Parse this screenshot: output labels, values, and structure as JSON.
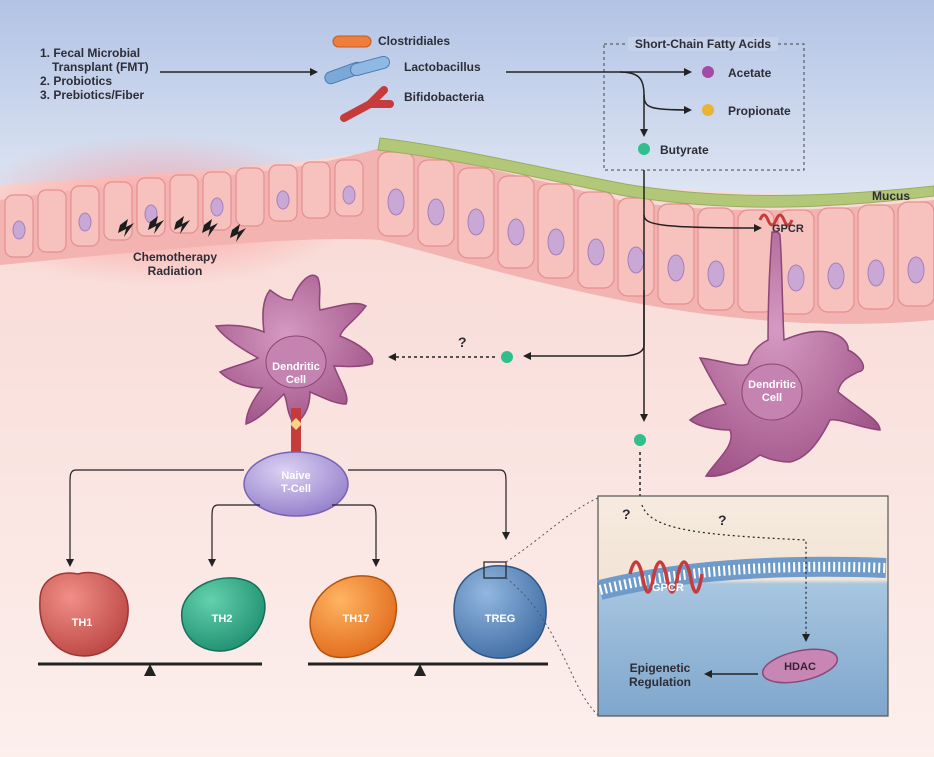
{
  "interventions": [
    "1. Fecal Microbial",
    "Transplant (FMT)",
    "2. Probiotics",
    "3. Prebiotics/Fiber"
  ],
  "bacteria": {
    "clostridiales": "Clostridiales",
    "lactobacillus": "Lactobacillus",
    "bifidobacteria": "Bifidobacteria"
  },
  "scfa": {
    "title": "Short-Chain Fatty Acids",
    "acetate": "Acetate",
    "propionate": "Propionate",
    "butyrate": "Butyrate"
  },
  "mucus": "Mucus",
  "gpcr_label": "GPCR",
  "damage": [
    "Chemotherapy",
    "Radiation"
  ],
  "question": "?",
  "dendritic": [
    "Dendritic",
    "Cell"
  ],
  "naive": [
    "Naive",
    "T-Cell"
  ],
  "cells": {
    "th1": "TH1",
    "th2": "TH2",
    "th17": "TH17",
    "treg": "TREG"
  },
  "inset": {
    "gpcr": "GPCR",
    "hdac": "HDAC",
    "epigenetic": [
      "Epigenetic",
      "Regulation"
    ]
  },
  "colors": {
    "sky": "#b9c8e6",
    "epithelium": "#f3b3b0",
    "mucus": "#b3c779",
    "dendritic": "#b66c9d",
    "naive": "#a38fd0",
    "th1": "#c9524f",
    "th2": "#2ea386",
    "th17": "#ec7c2a",
    "treg": "#4e7db2",
    "acetate": "#a34aa6",
    "propionate": "#e9b333",
    "butyrate": "#2fbf8c"
  }
}
